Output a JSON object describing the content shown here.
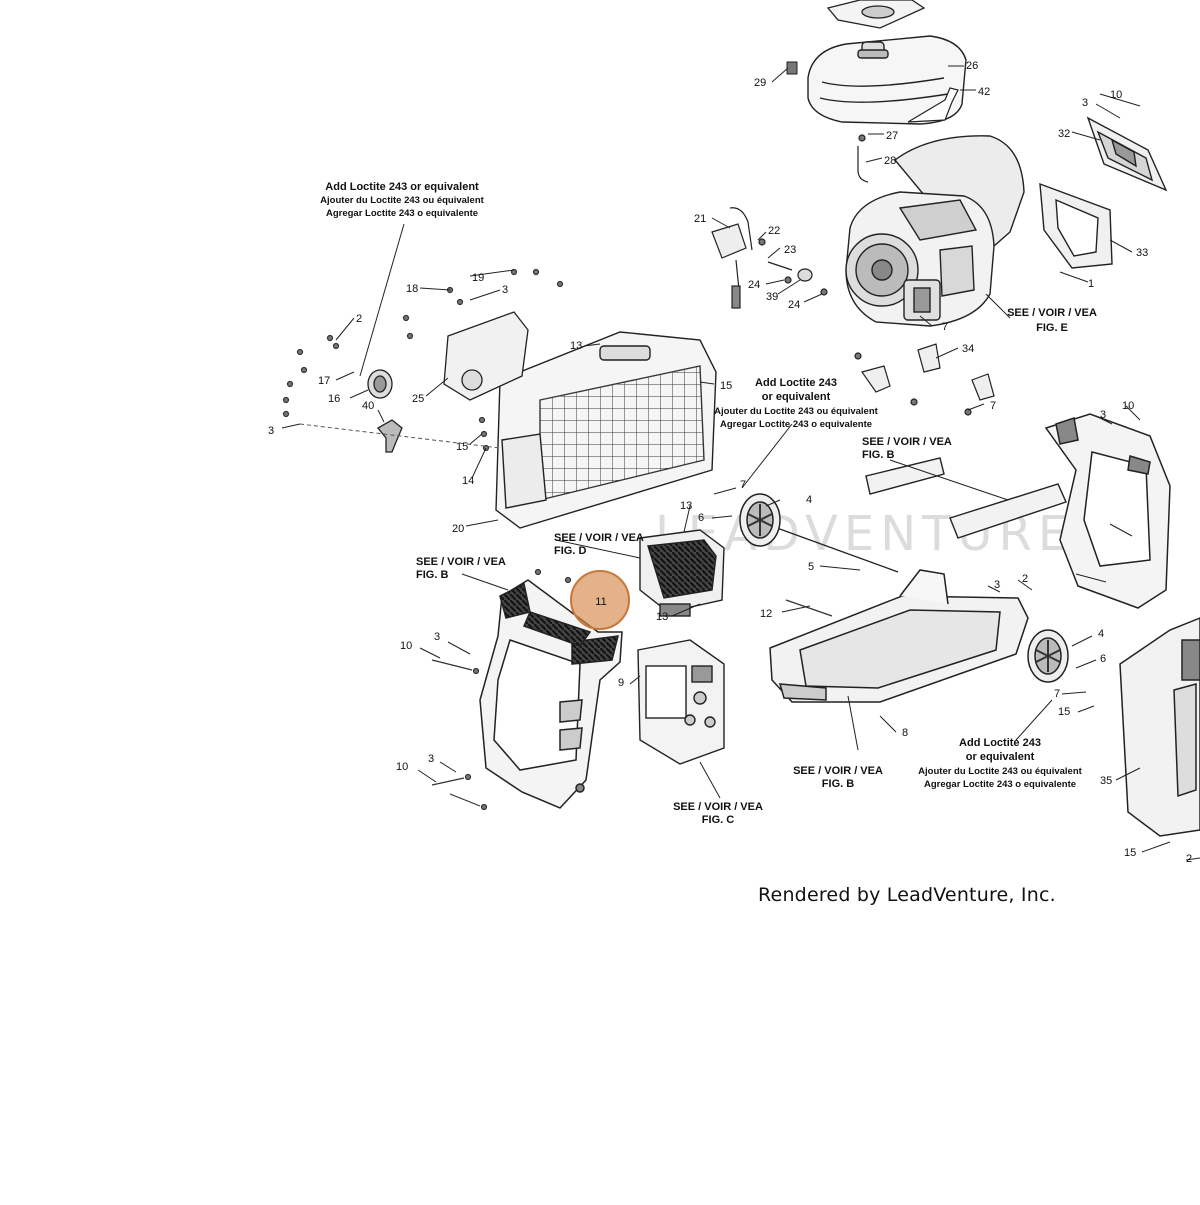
{
  "diagram": {
    "callouts": [
      {
        "id": "c29",
        "text": "29"
      },
      {
        "id": "c26",
        "text": "26"
      },
      {
        "id": "c42",
        "text": "42"
      },
      {
        "id": "c27",
        "text": "27"
      },
      {
        "id": "c28",
        "text": "28"
      },
      {
        "id": "c10a",
        "text": "10"
      },
      {
        "id": "c3a",
        "text": "3"
      },
      {
        "id": "c32",
        "text": "32"
      },
      {
        "id": "c33",
        "text": "33"
      },
      {
        "id": "c1",
        "text": "1"
      },
      {
        "id": "c21",
        "text": "21"
      },
      {
        "id": "c22",
        "text": "22"
      },
      {
        "id": "c23",
        "text": "23"
      },
      {
        "id": "c24a",
        "text": "24"
      },
      {
        "id": "c39",
        "text": "39"
      },
      {
        "id": "c24b",
        "text": "24"
      },
      {
        "id": "c7a",
        "text": "7"
      },
      {
        "id": "c34",
        "text": "34"
      },
      {
        "id": "c7b",
        "text": "7"
      },
      {
        "id": "c19",
        "text": "19"
      },
      {
        "id": "c18",
        "text": "18"
      },
      {
        "id": "c3b",
        "text": "3"
      },
      {
        "id": "c2a",
        "text": "2"
      },
      {
        "id": "c17",
        "text": "17"
      },
      {
        "id": "c16",
        "text": "16"
      },
      {
        "id": "c25",
        "text": "25"
      },
      {
        "id": "c40",
        "text": "40"
      },
      {
        "id": "c3c",
        "text": "3"
      },
      {
        "id": "c13a",
        "text": "13"
      },
      {
        "id": "c15a",
        "text": "15"
      },
      {
        "id": "c15b",
        "text": "15"
      },
      {
        "id": "c14",
        "text": "14"
      },
      {
        "id": "c20",
        "text": "20"
      },
      {
        "id": "c3d",
        "text": "3"
      },
      {
        "id": "c10b",
        "text": "10"
      },
      {
        "id": "c7c",
        "text": "7"
      },
      {
        "id": "c4a",
        "text": "4"
      },
      {
        "id": "c13b",
        "text": "13"
      },
      {
        "id": "c6a",
        "text": "6"
      },
      {
        "id": "c5",
        "text": "5"
      },
      {
        "id": "c13c",
        "text": "13"
      },
      {
        "id": "c12",
        "text": "12"
      },
      {
        "id": "c3e",
        "text": "3"
      },
      {
        "id": "c2b",
        "text": "2"
      },
      {
        "id": "c3f",
        "text": "3"
      },
      {
        "id": "c10c",
        "text": "10"
      },
      {
        "id": "c9",
        "text": "9"
      },
      {
        "id": "c10d",
        "text": "10"
      },
      {
        "id": "c3g",
        "text": "3"
      },
      {
        "id": "c4b",
        "text": "4"
      },
      {
        "id": "c6b",
        "text": "6"
      },
      {
        "id": "c7d",
        "text": "7"
      },
      {
        "id": "c15c",
        "text": "15"
      },
      {
        "id": "c8",
        "text": "8"
      },
      {
        "id": "c35",
        "text": "35"
      },
      {
        "id": "c15d",
        "text": "15"
      },
      {
        "id": "c2c",
        "text": "2"
      }
    ],
    "notes": {
      "loctite_left": [
        "Add Loctite 243 or equivalent",
        "Ajouter du Loctite 243 ou équivalent",
        "Agregar Loctite 243 o equivalente"
      ],
      "loctite_center": [
        "Add Loctite 243",
        "or equivalent",
        "Ajouter du Loctite 243 ou équivalent",
        "Agregar Loctite 243 o equivalente"
      ],
      "loctite_bottom": [
        "Add Loctite 243",
        "or equivalent",
        "Ajouter du Loctite 243 ou équivalent",
        "Agregar Loctite 243 o equivalente"
      ],
      "see_fig_e": [
        "SEE / VOIR / VEA",
        "FIG. E"
      ],
      "see_fig_b_top": [
        "SEE / VOIR / VEA",
        "FIG. B"
      ],
      "see_fig_d": [
        "SEE / VOIR / VEA",
        "FIG. D"
      ],
      "see_fig_b_left": [
        "SEE / VOIR / VEA",
        "FIG. B"
      ],
      "see_fig_c": [
        "SEE / VOIR / VEA",
        "FIG. C"
      ],
      "see_fig_b_bottom": [
        "SEE / VOIR / VEA",
        "FIG. B"
      ]
    },
    "highlight": {
      "text": "11",
      "color": "#d4894a"
    },
    "watermark": "LEADVENTURE",
    "footer": "Rendered by LeadVenture, Inc."
  }
}
